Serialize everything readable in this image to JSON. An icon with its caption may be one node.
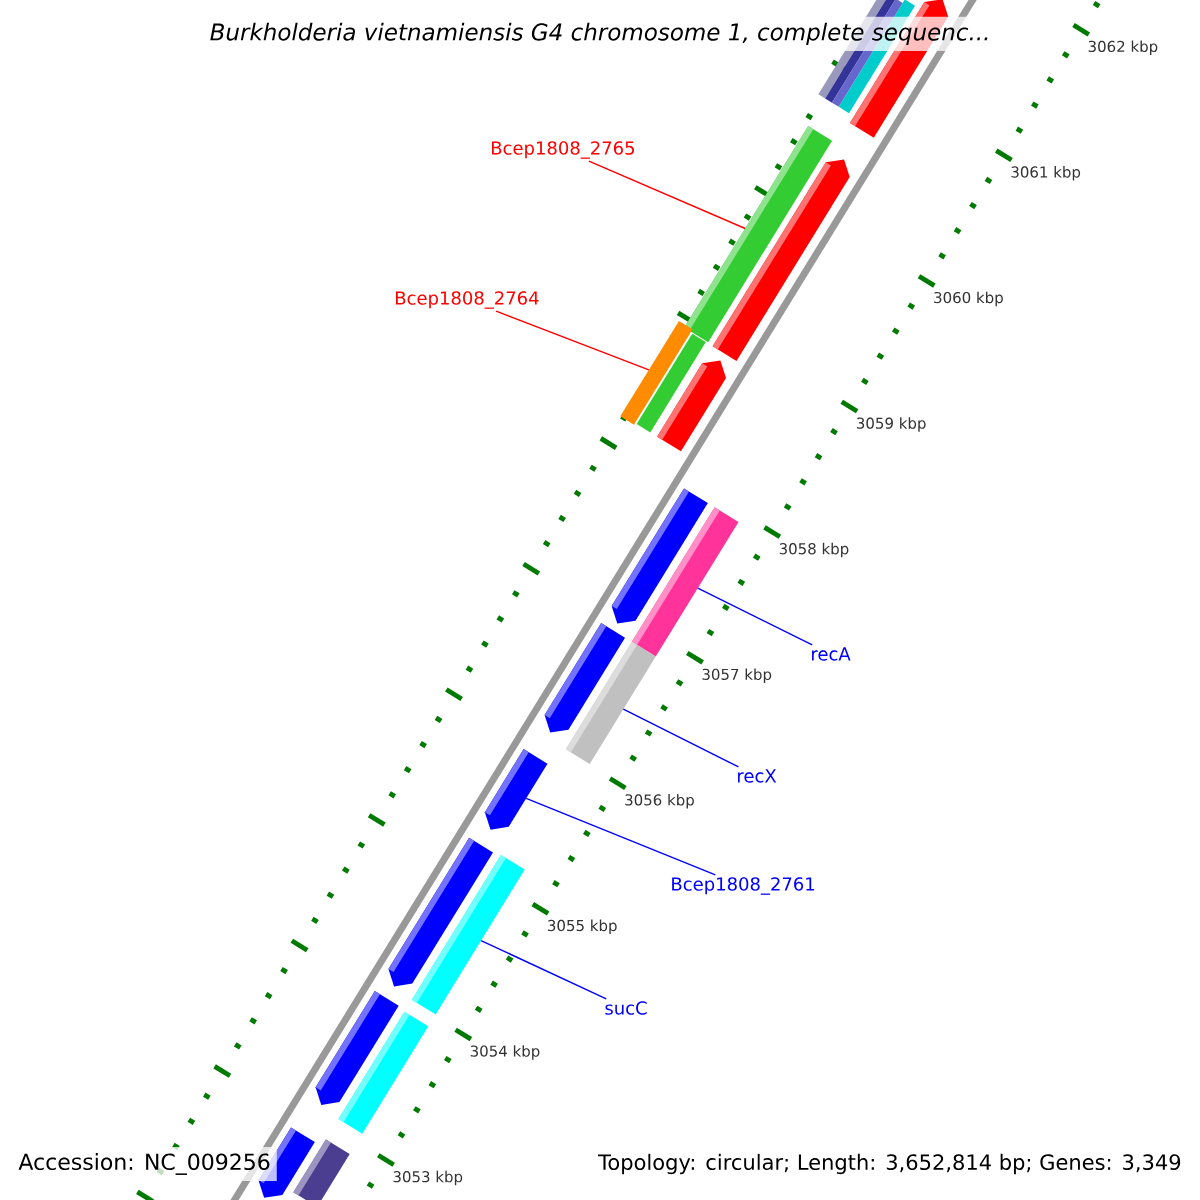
{
  "diagram": {
    "title": "Burkholderia vietnamiensis G4 chromosome 1, complete sequenc...",
    "nodes": [
      {
        "text": [
          "Bcep1808_2765"
        ]
      },
      {
        "text": [
          "Bcep1808_2764"
        ]
      },
      {
        "text": [
          "recA"
        ]
      },
      {
        "text": [
          "recX"
        ]
      },
      {
        "text": [
          "Bcep1808_2761"
        ]
      },
      {
        "text": [
          "sucC"
        ]
      },
      {
        "text": [],
        "shape": "bar"
      },
      {
        "text": [],
        "shape": "bar"
      },
      {
        "text": [],
        "shape": "bar"
      },
      {
        "text": [],
        "shape": "bar"
      },
      {
        "text": [],
        "shape": "bar"
      },
      {
        "text": [],
        "shape": "bar"
      },
      {
        "text": [],
        "shape": "bar"
      },
      {
        "text": [],
        "shape": "bar"
      },
      {
        "text": [],
        "shape": "bar"
      },
      {
        "text": [],
        "shape": "bar"
      },
      {
        "text": [],
        "shape": "bar"
      },
      {
        "text": [],
        "shape": "bar"
      },
      {
        "text": [],
        "shape": "bar"
      },
      {
        "text": [],
        "shape": "bar"
      },
      {
        "text": [],
        "shape": "bar"
      },
      {
        "text": [],
        "shape": "bar"
      },
      {
        "text": [],
        "shape": "bar"
      },
      {
        "text": [],
        "shape": "bar"
      },
      {
        "text": [],
        "shape": "bar"
      },
      {
        "text": [],
        "shape": "bar"
      },
      {
        "text": [],
        "shape": "bar"
      }
    ],
    "edges": [
      {
        "from": 0,
        "to": 11,
        "arrow": "none",
        "color": "#ff0000"
      },
      {
        "from": 1,
        "to": 13,
        "arrow": "none",
        "color": "#ff0000"
      },
      {
        "from": 2,
        "to": 17,
        "arrow": "none"
      },
      {
        "from": 3,
        "to": 19,
        "arrow": "none"
      },
      {
        "from": 4,
        "to": 20,
        "arrow": "none"
      },
      {
        "from": 5,
        "to": 22,
        "arrow": "none"
      }
    ],
    "labels": [
      "3062 kbp",
      "3061 kbp",
      "3060 kbp",
      "3059 kbp",
      "3058 kbp",
      "3057 kbp",
      "3056 kbp",
      "3055 kbp",
      "3054 kbp",
      "3053 kbp",
      "Accession: NC_009256",
      "Topology: circular; Length: 3,652,814 bp; Genes: 3,349"
    ]
  }
}
